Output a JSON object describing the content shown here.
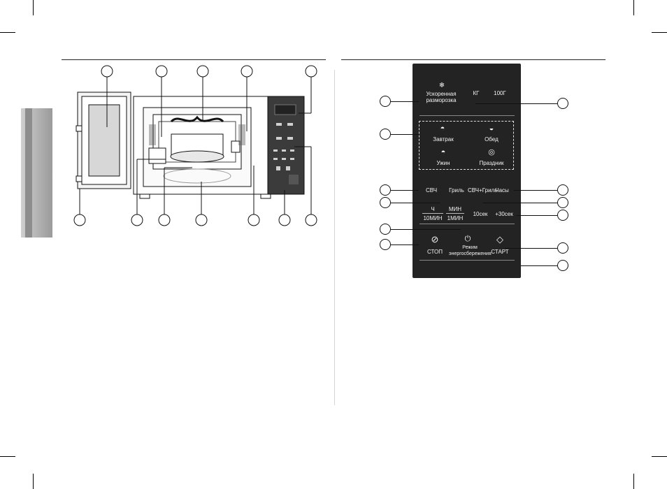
{
  "panel": {
    "defrost_label": "Ускоренная разморозка",
    "kg_label": "КГ",
    "g100_label": "100Г",
    "breakfast_label": "Завтрак",
    "lunch_label": "Обед",
    "dinner_label": "Ужин",
    "holiday_label": "Праздник",
    "microwave_label": "СВЧ",
    "grill_label": "Гриль",
    "combi_label": "СВЧ+Гриль",
    "clock_label": "Часы",
    "hour_label": "Ч",
    "min_label": "МИН",
    "min10_label": "10МИН",
    "min1_label": "1МИН",
    "sec10_label": "10сек",
    "plus30_label": "+30сек",
    "stop_label": "СТОП",
    "eco_label": "Режим энергосбережения",
    "start_label": "СТАРТ"
  },
  "icons": {
    "defrost": "snowflake-drops-icon",
    "breakfast": "breakfast-plate-icon",
    "lunch": "soup-pot-icon",
    "dinner": "dinner-plate-icon",
    "holiday": "holiday-dish-icon",
    "stop": "stop-icon",
    "eco": "eco-mode-icon",
    "start": "start-icon"
  },
  "colors": {
    "panel_bg": "#232323",
    "panel_text": "#f2f2f2"
  }
}
